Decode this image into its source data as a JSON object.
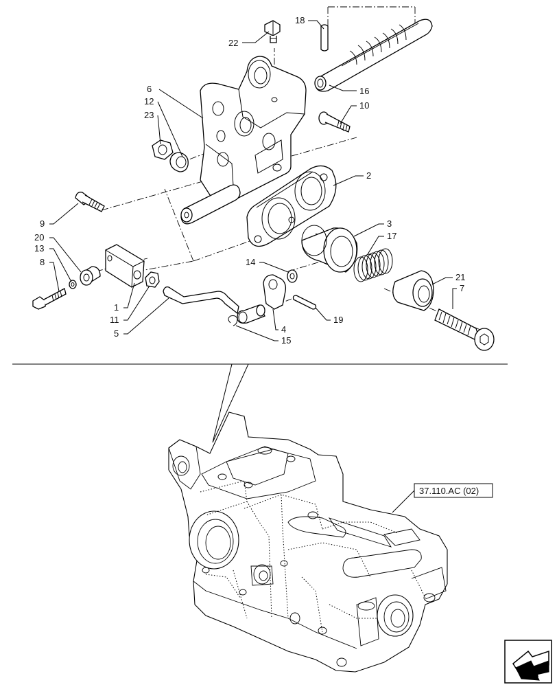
{
  "callouts": {
    "c1": "1",
    "c2": "2",
    "c3": "3",
    "c4": "4",
    "c5": "5",
    "c6": "6",
    "c7": "7",
    "c8": "8",
    "c9": "9",
    "c10": "10",
    "c11": "11",
    "c12": "12",
    "c13": "13",
    "c14": "14",
    "c15": "15",
    "c16": "16",
    "c17": "17",
    "c18": "18",
    "c19": "19",
    "c20": "20",
    "c21": "21",
    "c22": "22",
    "c23": "23"
  },
  "reference_box": {
    "label": "37.110.AC (02)"
  },
  "nav_icon": "return-arrow-icon"
}
